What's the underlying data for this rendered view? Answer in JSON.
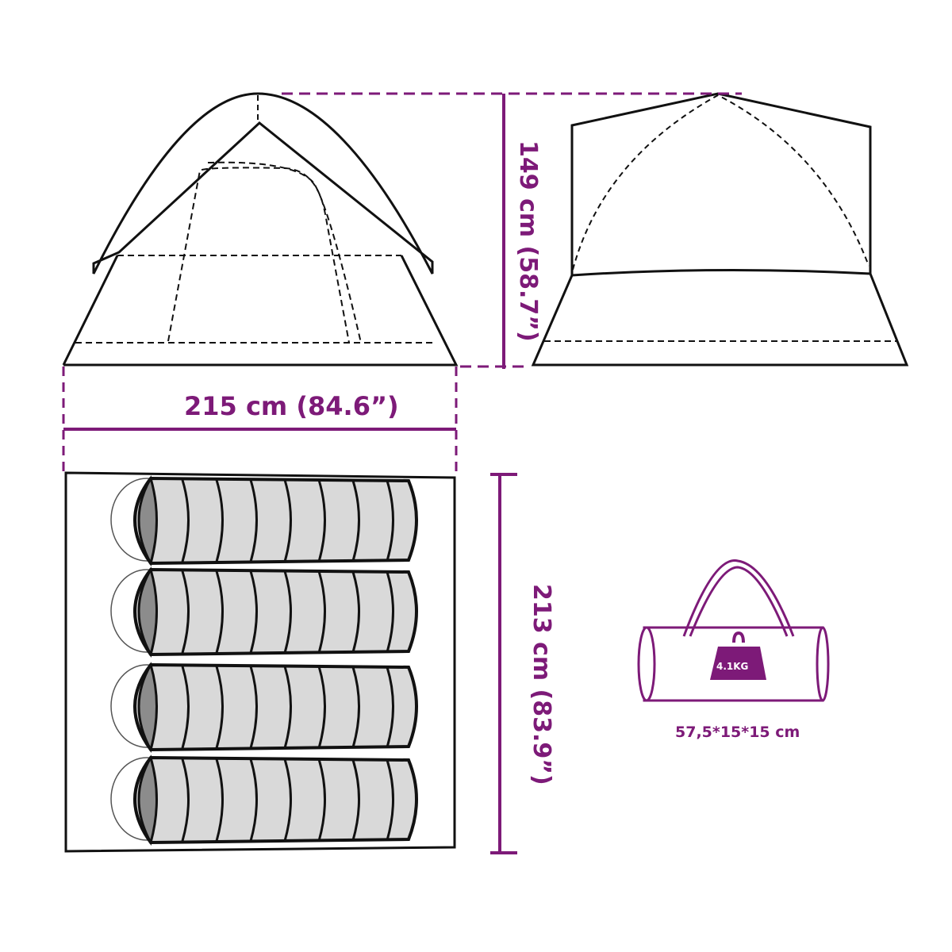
{
  "colors": {
    "accent": "#7d1a78",
    "outline": "#111111",
    "bag_fill": "#d9d9d9",
    "bag_hood": "#8c8c8c"
  },
  "dimensions": {
    "height": "149 cm (58.7”)",
    "width": "215 cm (84.6”)",
    "length": "213 cm (83.9”)"
  },
  "package": {
    "weight": "4.1KG",
    "size": "57,5*15*15 cm",
    "icons": [
      "carry-bag-icon",
      "weight-icon"
    ]
  },
  "views": [
    "tent-side-view",
    "tent-front-view",
    "tent-floor-plan"
  ],
  "floor_plan": {
    "sleeping_bags": 4
  }
}
